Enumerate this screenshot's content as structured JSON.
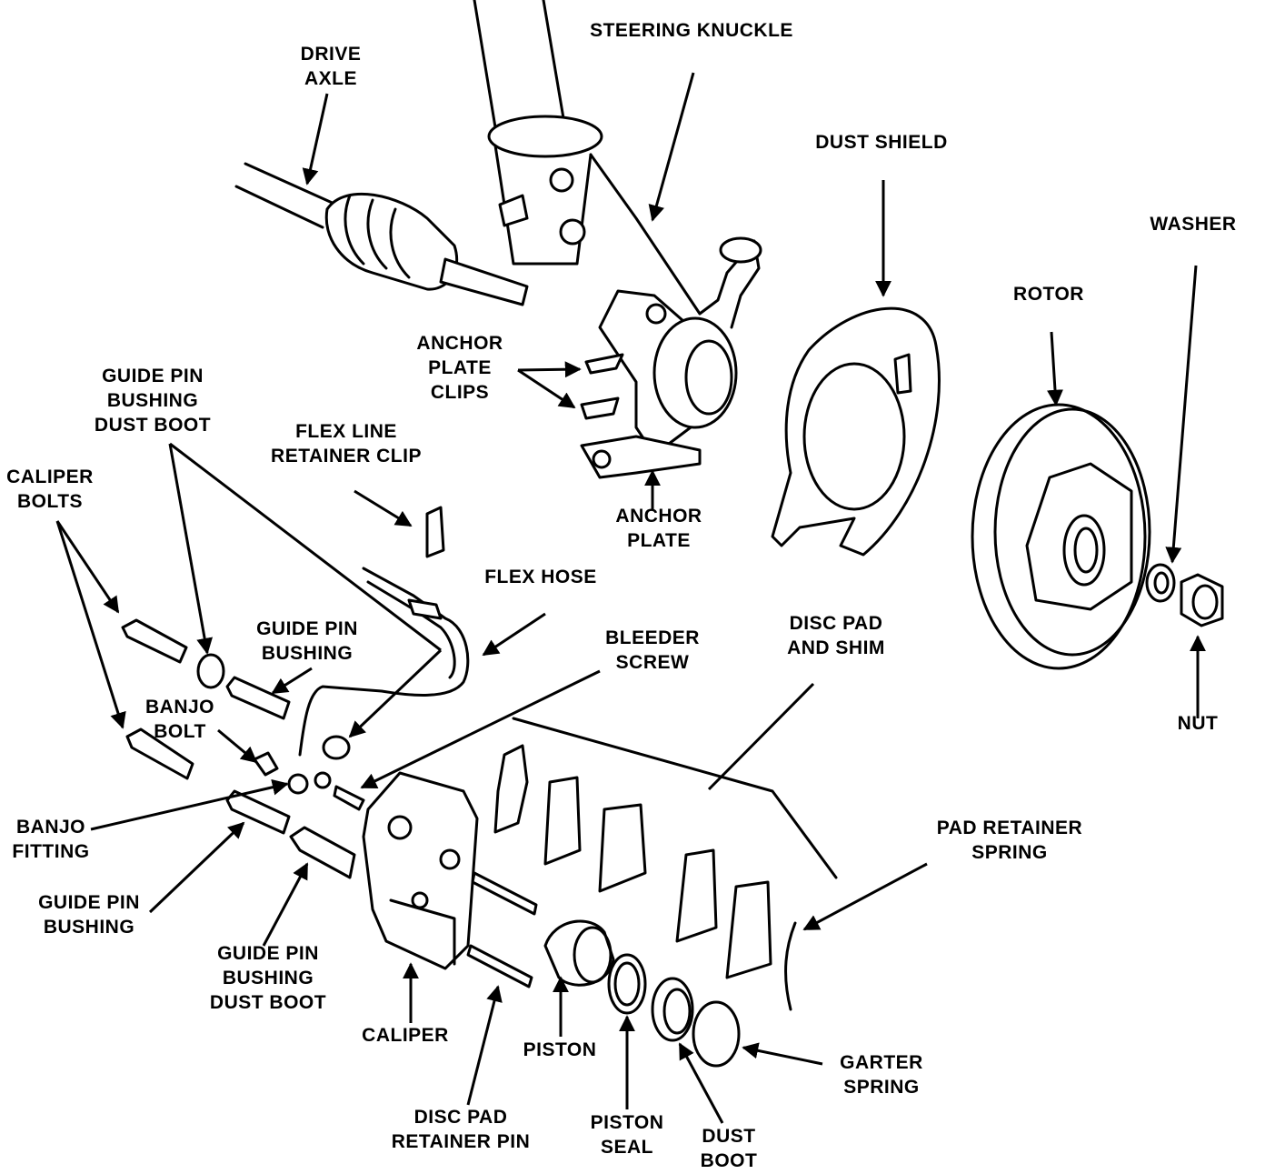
{
  "labels": {
    "steering_knuckle": [
      "STEERING KNUCKLE"
    ],
    "drive_axle": [
      "DRIVE",
      "AXLE"
    ],
    "dust_shield": [
      "DUST SHIELD"
    ],
    "washer": [
      "WASHER"
    ],
    "rotor": [
      "ROTOR"
    ],
    "anchor_plate_clips": [
      "ANCHOR",
      "PLATE",
      "CLIPS"
    ],
    "guide_pin_bushing_dust_boot_top": [
      "GUIDE PIN",
      "BUSHING",
      "DUST BOOT"
    ],
    "flex_line_retainer_clip": [
      "FLEX LINE",
      "RETAINER CLIP"
    ],
    "caliper_bolts": [
      "CALIPER",
      "BOLTS"
    ],
    "anchor_plate": [
      "ANCHOR",
      "PLATE"
    ],
    "flex_hose": [
      "FLEX HOSE"
    ],
    "guide_pin_bushing_top": [
      "GUIDE PIN",
      "BUSHING"
    ],
    "bleeder_screw": [
      "BLEEDER",
      "SCREW"
    ],
    "disc_pad_and_shim": [
      "DISC PAD",
      "AND SHIM"
    ],
    "nut": [
      "NUT"
    ],
    "banjo_bolt": [
      "BANJO",
      "BOLT"
    ],
    "banjo_fitting": [
      "BANJO",
      "FITTING"
    ],
    "pad_retainer_spring": [
      "PAD RETAINER",
      "SPRING"
    ],
    "guide_pin_bushing_bottom": [
      "GUIDE PIN",
      "BUSHING"
    ],
    "guide_pin_bushing_dust_boot_bottom": [
      "GUIDE PIN",
      "BUSHING",
      "DUST BOOT"
    ],
    "caliper": [
      "CALIPER"
    ],
    "piston": [
      "PISTON"
    ],
    "garter_spring": [
      "GARTER",
      "SPRING"
    ],
    "disc_pad_retainer_pin": [
      "DISC PAD",
      "RETAINER PIN"
    ],
    "piston_seal": [
      "PISTON",
      "SEAL"
    ],
    "dust_boot": [
      "DUST",
      "BOOT"
    ]
  }
}
